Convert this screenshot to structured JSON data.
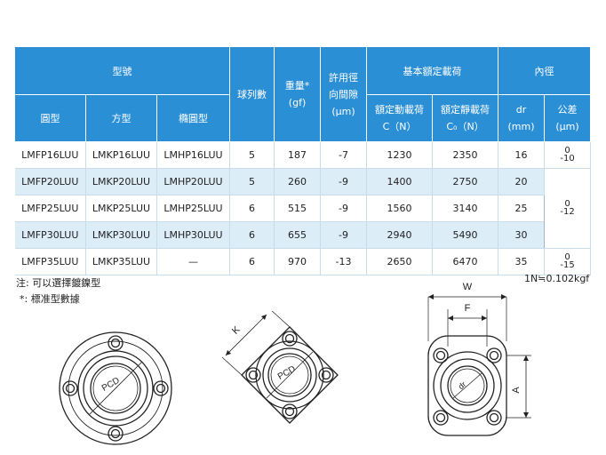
{
  "table": {
    "header": {
      "model": "型號",
      "round": "圓型",
      "square": "方型",
      "oval": "橢圓型",
      "ball_rows": "球列數",
      "weight": "重量*",
      "weight_unit": "(gf)",
      "clearance_line1": "許用徑",
      "clearance_line2": "向間隙",
      "clearance_unit": "(μm)",
      "basic_load": "基本額定載荷",
      "dynamic": "額定動載荷",
      "dynamic_unit": "C（N）",
      "static": "額定靜載荷",
      "static_unit": "C₀（N）",
      "inner_dia": "內徑",
      "dr": "dr",
      "dr_unit": "(mm)",
      "tolerance": "公差",
      "tolerance_unit": "(μm)"
    },
    "rows": [
      {
        "round": "LMFP16LUU",
        "square": "LMKP16LUU",
        "oval": "LMHP16LUU",
        "rows": "5",
        "weight": "187",
        "clearance": "-7",
        "dynamic": "1230",
        "static": "2350",
        "dr": "16"
      },
      {
        "round": "LMFP20LUU",
        "square": "LMKP20LUU",
        "oval": "LMHP20LUU",
        "rows": "5",
        "weight": "260",
        "clearance": "-9",
        "dynamic": "1400",
        "static": "2750",
        "dr": "20"
      },
      {
        "round": "LMFP25LUU",
        "square": "LMKP25LUU",
        "oval": "LMHP25LUU",
        "rows": "6",
        "weight": "515",
        "clearance": "-9",
        "dynamic": "1560",
        "static": "3140",
        "dr": "25"
      },
      {
        "round": "LMFP30LUU",
        "square": "LMKP30LUU",
        "oval": "LMHP30LUU",
        "rows": "6",
        "weight": "655",
        "clearance": "-9",
        "dynamic": "2940",
        "static": "5490",
        "dr": "30"
      },
      {
        "round": "LMFP35LUU",
        "square": "LMKP35LUU",
        "oval": "—",
        "rows": "6",
        "weight": "970",
        "clearance": "-13",
        "dynamic": "2650",
        "static": "6470",
        "dr": "35"
      }
    ],
    "tolerances": [
      {
        "upper": "0",
        "lower": "-10"
      },
      {
        "upper": "0",
        "lower": "-12"
      },
      {
        "upper": "0",
        "lower": "-15"
      }
    ]
  },
  "notes": {
    "note1": "注: 可以選擇鍍鎳型",
    "note2": "*: 標准型數據",
    "unit": "1N≒0.102kgf"
  },
  "diagrams": {
    "round_label": "PCD",
    "square_label": "PCD",
    "square_dim": "K",
    "oval_dim_w": "W",
    "oval_dim_f": "F",
    "oval_dim_a": "A",
    "oval_dim_dr": "dr"
  }
}
